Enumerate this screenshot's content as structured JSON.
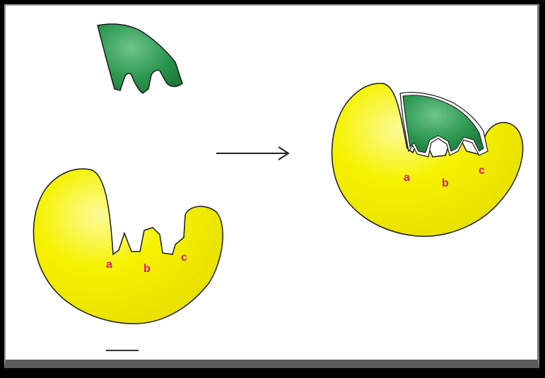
{
  "colors": {
    "enzyme_fill": "#f5f000",
    "enzyme_highlight": "#fbfb9a",
    "enzyme_stroke": "#1a1a1a",
    "substrate_fill": "#2e9a52",
    "substrate_highlight": "#6fc48c",
    "substrate_stroke": "#1a1a1a",
    "label_color": "#e0157a",
    "arrow_color": "#222222"
  },
  "left_enzyme": {
    "sites": [
      "a",
      "b",
      "c"
    ]
  },
  "right_complex": {
    "sites": [
      "a",
      "b",
      "c"
    ]
  }
}
